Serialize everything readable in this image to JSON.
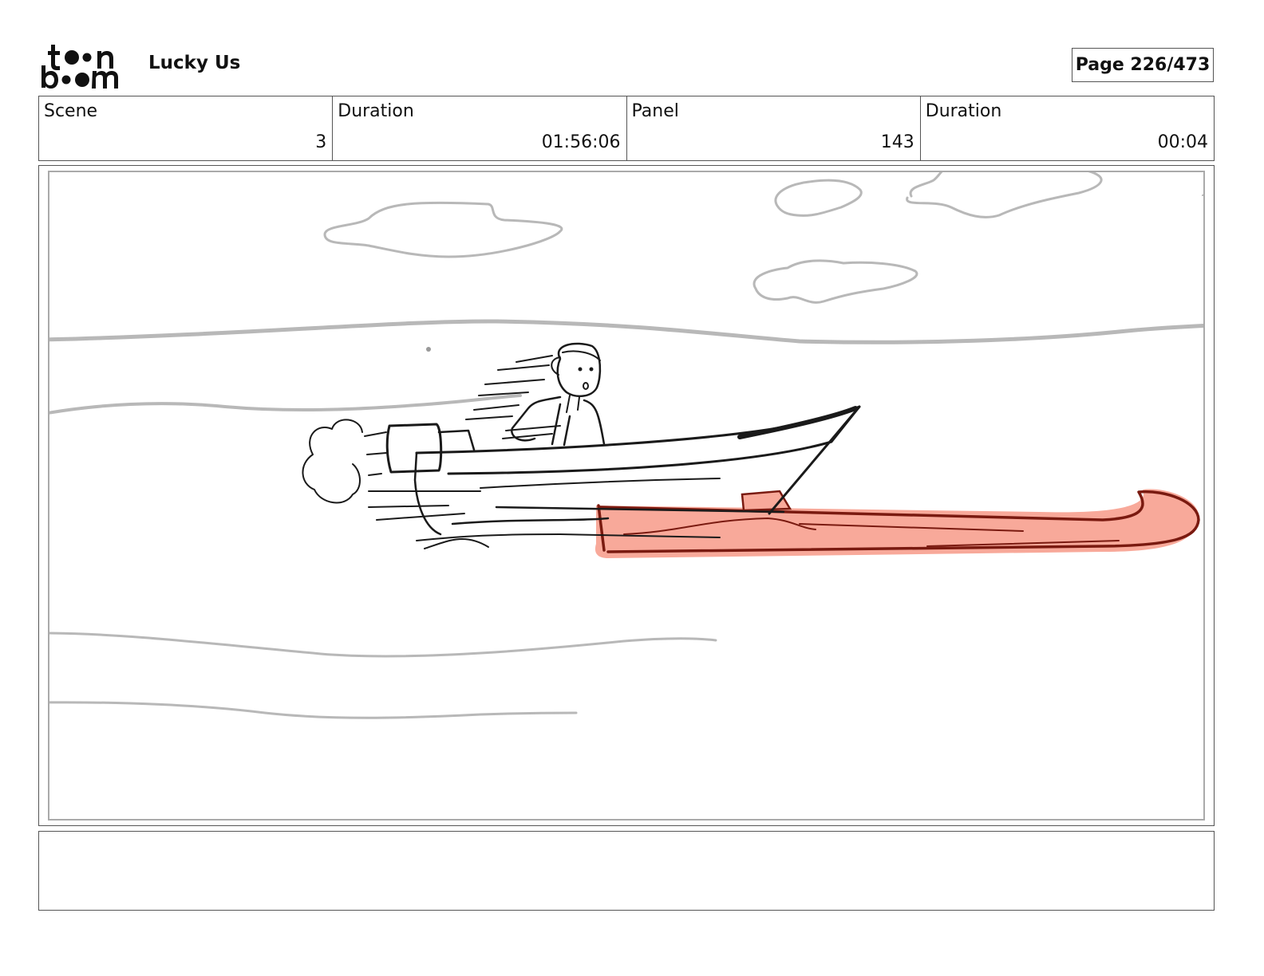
{
  "header": {
    "logo_top": "t••n",
    "logo_bottom": "b••m",
    "project_title": "Lucky Us",
    "page_indicator": "Page 226/473"
  },
  "info": {
    "scene_label": "Scene",
    "scene_value": "3",
    "scene_duration_label": "Duration",
    "scene_duration_value": "01:56:06",
    "panel_label": "Panel",
    "panel_value": "143",
    "panel_duration_label": "Duration",
    "panel_duration_value": "00:04"
  },
  "notes": {
    "text": ""
  },
  "colors": {
    "sketch_line": "#1a1a1a",
    "background_line": "#b8b8b8",
    "tongue_fill": "#f8a99a",
    "tongue_outline": "#7a1a10"
  }
}
